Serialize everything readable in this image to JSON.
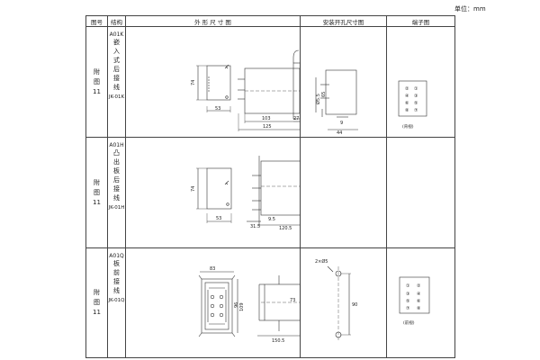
{
  "unit_label": "单位：mm",
  "headers": {
    "fig_no": "图号",
    "structure": "结构",
    "outline": "外 形 尺 寸 图",
    "mounting": "安装开孔尺寸图",
    "terminal": "端子图"
  },
  "rows": [
    {
      "fig": [
        "附",
        "图",
        "11"
      ],
      "code": "A01K",
      "structure": [
        "嵌",
        "入",
        "式",
        "后",
        "接",
        "线"
      ],
      "type_code": "JK-01K",
      "dims": {
        "h": "74",
        "w": "53",
        "d1": "103",
        "d2": "27",
        "d3": "125",
        "dia": "Ø5.5",
        "m1": "65",
        "m2": "9",
        "m3": "44"
      },
      "terminals": [
        "②",
        "①",
        "④",
        "③",
        "⑥",
        "⑤",
        "⑧",
        "⑦"
      ],
      "term_note": "(背视)"
    },
    {
      "fig": [
        "附",
        "图",
        "11"
      ],
      "code": "A01H",
      "structure": [
        "凸",
        "出",
        "板",
        "后",
        "接",
        "线"
      ],
      "type_code": "JK-01H",
      "dims": {
        "h": "74",
        "w": "53",
        "d1": "31.5",
        "d2": "9.5",
        "d3": "120.5"
      }
    },
    {
      "fig": [
        "附",
        "图",
        "11"
      ],
      "code": "A01Q",
      "structure": [
        "板",
        "前",
        "接",
        "线"
      ],
      "type_code": "JK-01Q",
      "dims": {
        "w": "83",
        "h1": "109",
        "h2": "96",
        "d1": "73",
        "d2": "150.5",
        "hole": "2×Ø5",
        "m1": "90"
      },
      "terminals": [
        "①",
        "②",
        "③",
        "④",
        "⑤",
        "⑥",
        "⑦",
        "⑧"
      ],
      "term_note": "(前视)"
    }
  ]
}
